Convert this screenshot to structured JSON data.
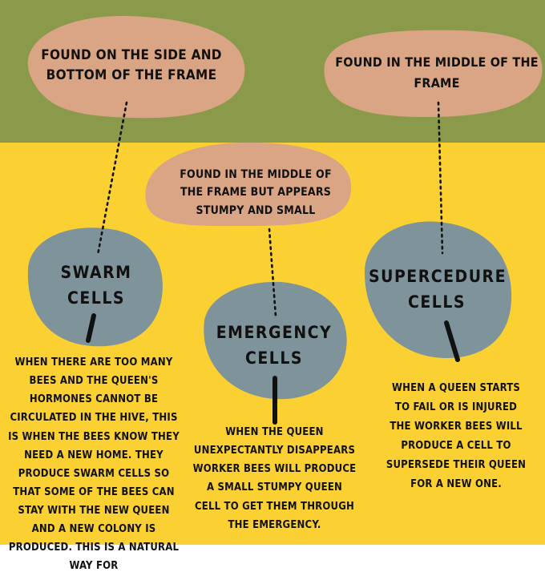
{
  "bubbles": {
    "swarm_location": "FOUND ON THE SIDE AND BOTTOM OF THE FRAME",
    "supercedure_location": "FOUND IN THE MIDDLE OF THE FRAME",
    "emergency_location": "FOUND IN THE MIDDLE OF THE FRAME BUT APPEARS STUMPY AND SMALL"
  },
  "cells": {
    "swarm": {
      "line1": "SWARM",
      "line2": "CELLS"
    },
    "emergency": {
      "line1": "EMERGENCY",
      "line2": "CELLS"
    },
    "supercedure": {
      "line1": "SUPERCEDURE",
      "line2": "CELLS"
    }
  },
  "descriptions": {
    "swarm": "WHEN THERE ARE TOO MANY BEES AND THE QUEEN'S HORMONES CANNOT BE CIRCULATED IN THE HIVE, THIS IS WHEN THE BEES KNOW THEY NEED A NEW HOME. THEY PRODUCE SWARM CELLS SO THAT SOME OF THE BEES CAN STAY WITH THE NEW QUEEN AND A NEW COLONY IS PRODUCED. THIS IS A NATURAL WAY FOR",
    "emergency": "WHEN THE QUEEN UNEXPECTANTLY DISAPPEARS WORKER BEES WILL PRODUCE A SMALL STUMPY QUEEN CELL TO GET THEM THROUGH THE EMERGENCY.",
    "supercedure": "WHEN A QUEEN STARTS TO FAIL OR IS INJURED THE WORKER BEES WILL PRODUCE A CELL TO SUPERSEDE THEIR QUEEN FOR A NEW ONE."
  },
  "colors": {
    "olive": "#8a9a4a",
    "yellow": "#fbd033",
    "tan": "#d9a585",
    "slate": "#7f939a",
    "ink": "#111111"
  }
}
